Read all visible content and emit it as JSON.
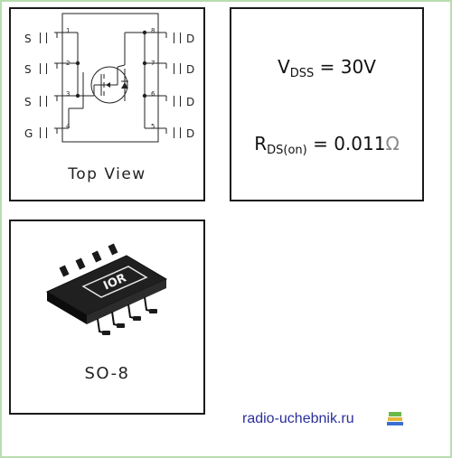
{
  "pinout": {
    "caption": "Top View",
    "left_pins": [
      {
        "letter": "S",
        "number": "1"
      },
      {
        "letter": "S",
        "number": "2"
      },
      {
        "letter": "S",
        "number": "3"
      },
      {
        "letter": "G",
        "number": "4"
      }
    ],
    "right_pins": [
      {
        "letter": "D",
        "number": "8"
      },
      {
        "letter": "D",
        "number": "7"
      },
      {
        "letter": "D",
        "number": "6"
      },
      {
        "letter": "D",
        "number": "5"
      }
    ]
  },
  "specs": {
    "vdss": {
      "symbol": "V",
      "subscript": "DSS",
      "value": "= 30V"
    },
    "rds": {
      "symbol": "R",
      "subscript": "DS(on)",
      "value": "= 0.011",
      "unit": "Ω"
    }
  },
  "package": {
    "caption": "SO-8",
    "logo_text": "IOR"
  },
  "footer": {
    "site": "radio-uchebnik.ru"
  },
  "icons": [
    "books-icon"
  ]
}
